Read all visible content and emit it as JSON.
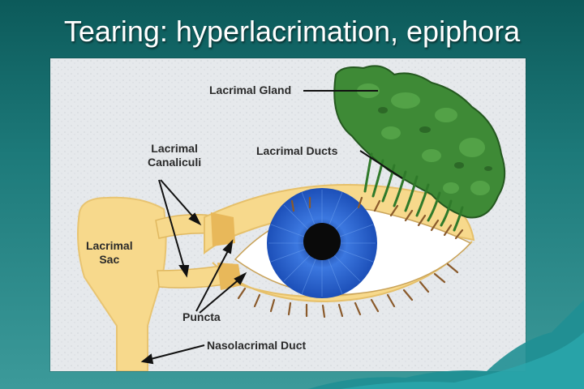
{
  "slide": {
    "title": "Tearing: hyperlacrimation, epiphora"
  },
  "diagram": {
    "labels": {
      "lacrimal_gland": "Lacrimal Gland",
      "lacrimal_ducts": "Lacrimal Ducts",
      "lacrimal_canaliculi_line1": "Lacrimal",
      "lacrimal_canaliculi_line2": "Canaliculi",
      "lacrimal_sac_line1": "Lacrimal",
      "lacrimal_sac_line2": "Sac",
      "puncta": "Puncta",
      "nasolacrimal_duct": "Nasolacrimal Duct"
    },
    "colors": {
      "gland": "#3e8a36",
      "tissue": "#f7d98c",
      "iris": "#2f6bd6",
      "pupil": "#0a0a0a",
      "sclera": "#ffffff",
      "lashes": "#8a5a2b"
    }
  }
}
